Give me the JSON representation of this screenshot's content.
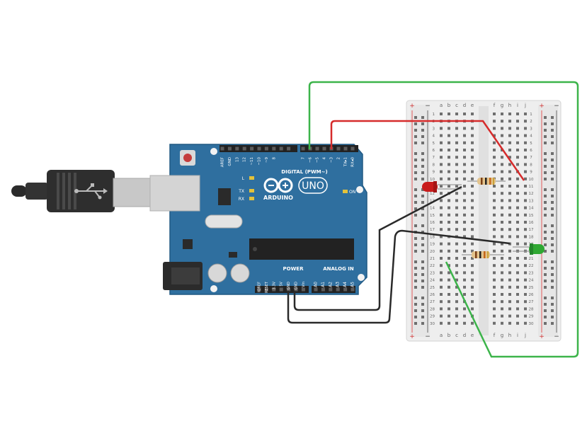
{
  "arduino": {
    "logo_text": "ARDUINO",
    "model": "UNO",
    "digital_label": "DIGITAL (PWM~)",
    "power_label": "POWER",
    "analog_label": "ANALOG IN",
    "led_l": "L",
    "led_tx": "TX",
    "led_rx": "RX",
    "led_on": "ON",
    "digital_pins": [
      "AREF",
      "GND",
      "13",
      "12",
      "~11",
      "~10",
      "~9",
      "8",
      "7",
      "~6",
      "~5",
      "4",
      "~3",
      "2",
      "TX▸1",
      "RX◂0"
    ],
    "power_pins": [
      "IOREF",
      "RESET",
      "3.3V",
      "5V",
      "GND",
      "GND",
      "Vin"
    ],
    "analog_pins": [
      "A0",
      "A1",
      "A2",
      "A3",
      "A4",
      "A5"
    ]
  },
  "breadboard": {
    "cols_left": [
      "a",
      "b",
      "c",
      "d",
      "e"
    ],
    "cols_right": [
      "f",
      "g",
      "h",
      "i",
      "j"
    ],
    "rail_plus": "+",
    "rail_minus": "−",
    "rows": [
      "1",
      "2",
      "3",
      "4",
      "5",
      "6",
      "7",
      "8",
      "9",
      "10",
      "11",
      "12",
      "13",
      "14",
      "15",
      "16",
      "17",
      "18",
      "19",
      "20",
      "21",
      "22",
      "23",
      "24",
      "25",
      "26",
      "27",
      "28",
      "29",
      "30"
    ]
  },
  "colors": {
    "board": "#2f6f9f",
    "wire_red": "#d62b2b",
    "wire_green": "#3cb44a",
    "wire_black": "#2a2a2a",
    "led_red": "#c91c1c",
    "led_green": "#2fa832"
  }
}
